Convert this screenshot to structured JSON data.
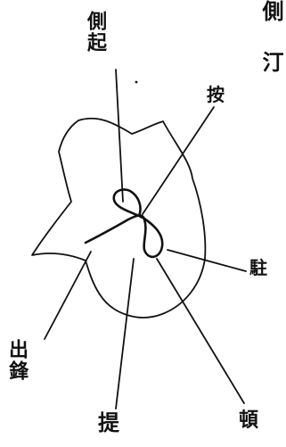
{
  "diagram": {
    "labels": {
      "cezhi": "側起",
      "an": "按",
      "zhu": "駐",
      "chufeng": "出鋒",
      "ti": "提",
      "dun": "頓",
      "corner": "側 汀"
    },
    "ink_color": "#111111"
  }
}
